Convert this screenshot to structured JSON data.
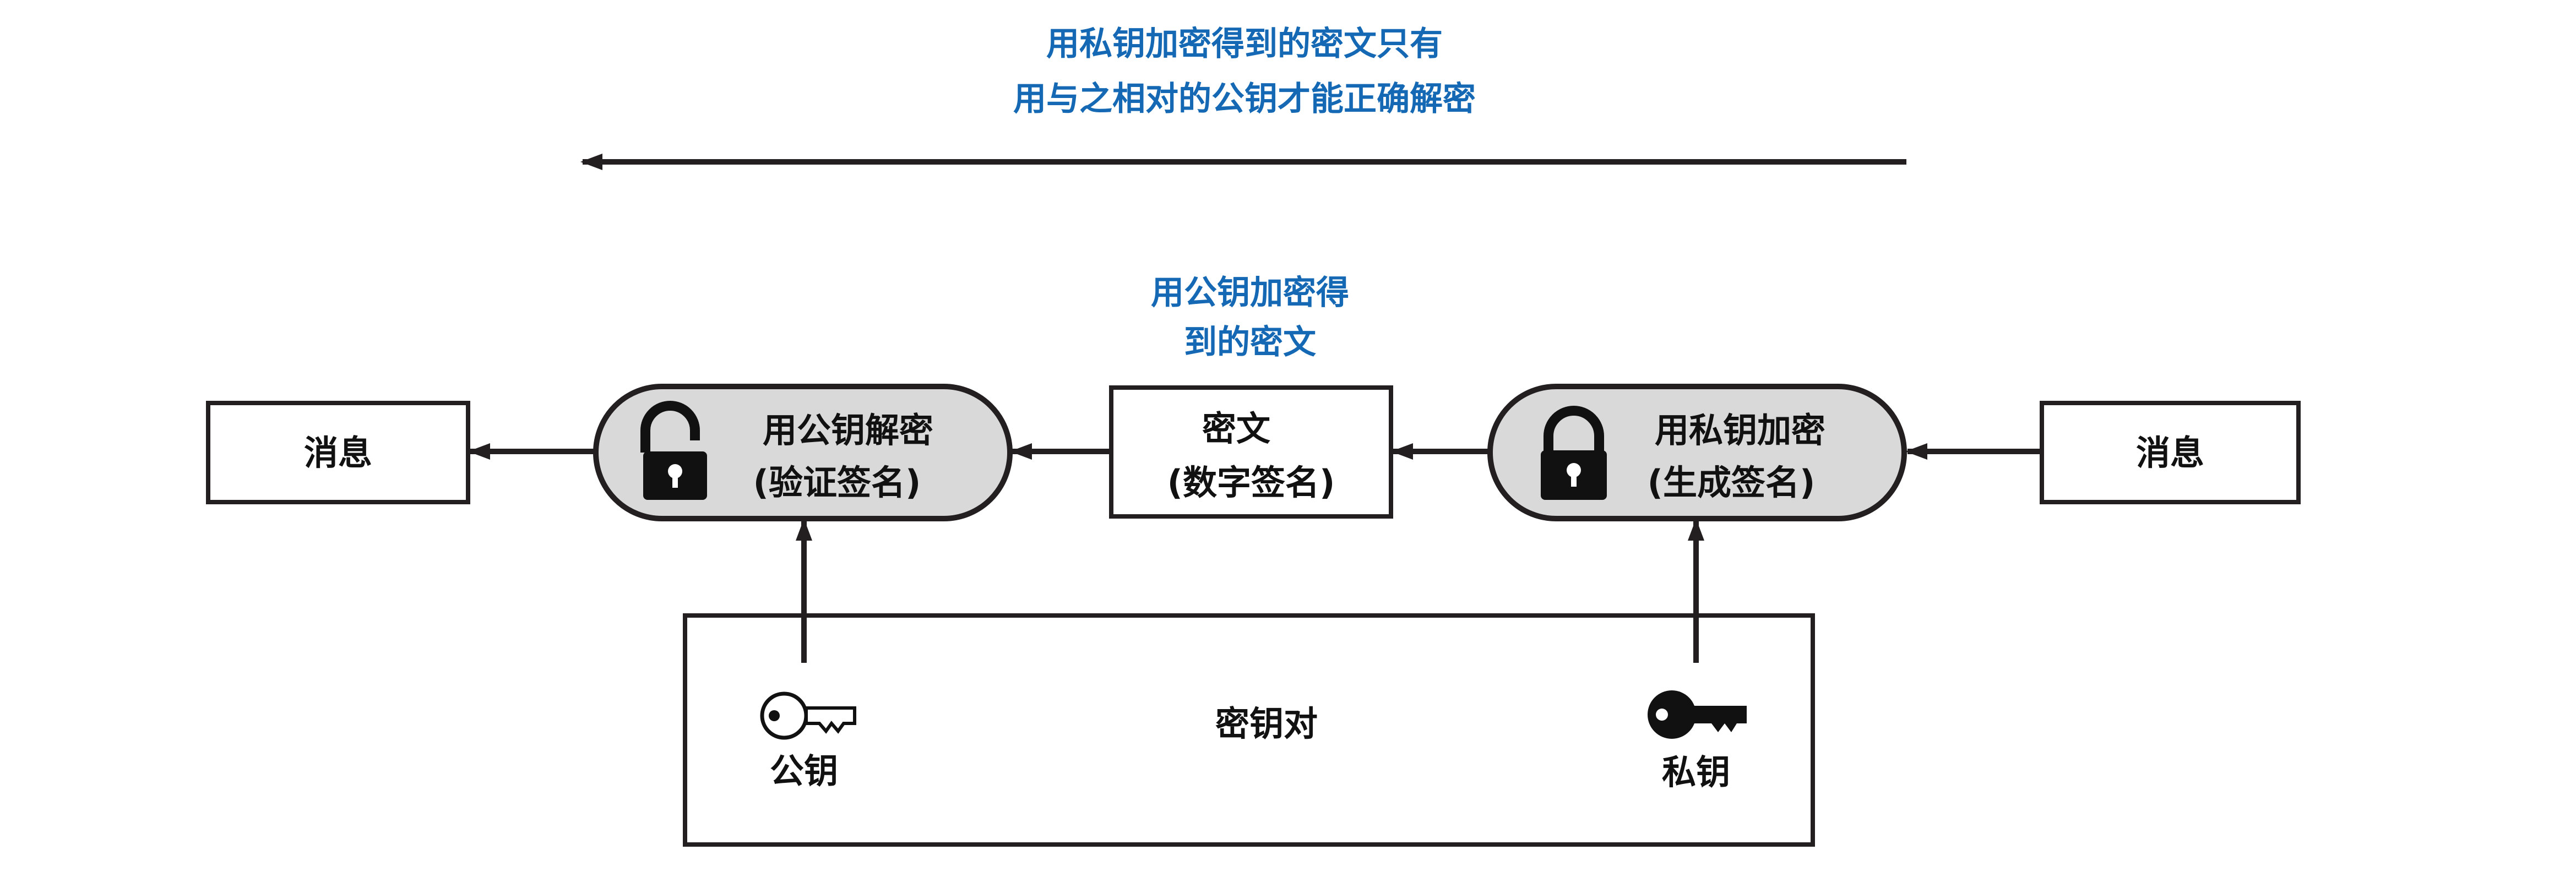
{
  "colors": {
    "caption": "#1569b4",
    "stroke": "#231f20",
    "pill_fill": "#d9d9d9",
    "background": "#ffffff"
  },
  "top_caption": {
    "line1": "用私钥加密得到的密文只有",
    "line2": "用与之相对的公钥才能正确解密"
  },
  "mid_caption": {
    "line1": "用公钥加密得",
    "line2": "到的密文"
  },
  "left_message": "消息",
  "right_message": "消息",
  "verify_node": {
    "line1": "用公钥解密",
    "line2": "(验证签名)",
    "icon": "unlocked-padlock-icon"
  },
  "cipher_node": {
    "line1": "密文",
    "line2": "(数字签名)"
  },
  "sign_node": {
    "line1": "用私钥加密",
    "line2": "(生成签名)",
    "icon": "locked-padlock-icon"
  },
  "key_pair": {
    "label": "密钥对",
    "public_key_label": "公钥",
    "public_key_icon": "outline-key-icon",
    "private_key_label": "私钥",
    "private_key_icon": "solid-key-icon"
  }
}
